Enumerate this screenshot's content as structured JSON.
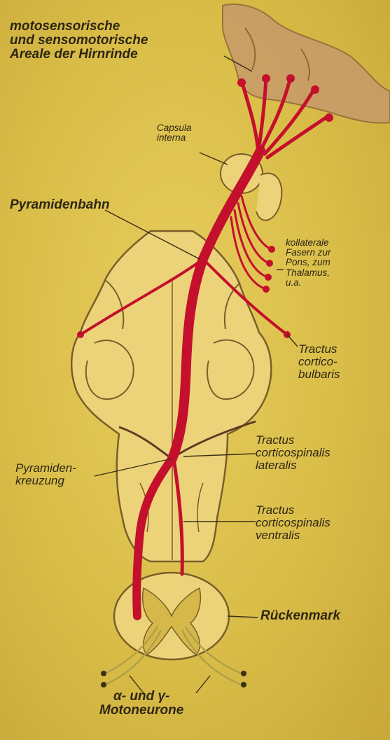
{
  "labels": {
    "cortex": "motosensorische\nund sensomotorische\nAreale der Hirnrinde",
    "capsule": "Capsula\ninterna",
    "pyramidenbahn": "Pyramidenbahn",
    "kollaterale": "kollaterale\nFasern zur\nPons, zum\nThalamus,\nu.a.",
    "bulbaris": "Tractus\ncortico-\nbulbaris",
    "pyramidenkreuzung": "Pyramiden-\nkreuzung",
    "lateralis": "Tractus\ncorticospinalis\nlateralis",
    "ventralis": "Tractus\ncorticospinalis\nventralis",
    "rueckenmark": "Rückenmark",
    "motoneurone": "α- und γ-\nMotoneurone"
  },
  "colors": {
    "tract": "#c4102c",
    "tissue": "#ecd37a",
    "outline": "#7b5e28",
    "cortex": "#c79a6a"
  }
}
